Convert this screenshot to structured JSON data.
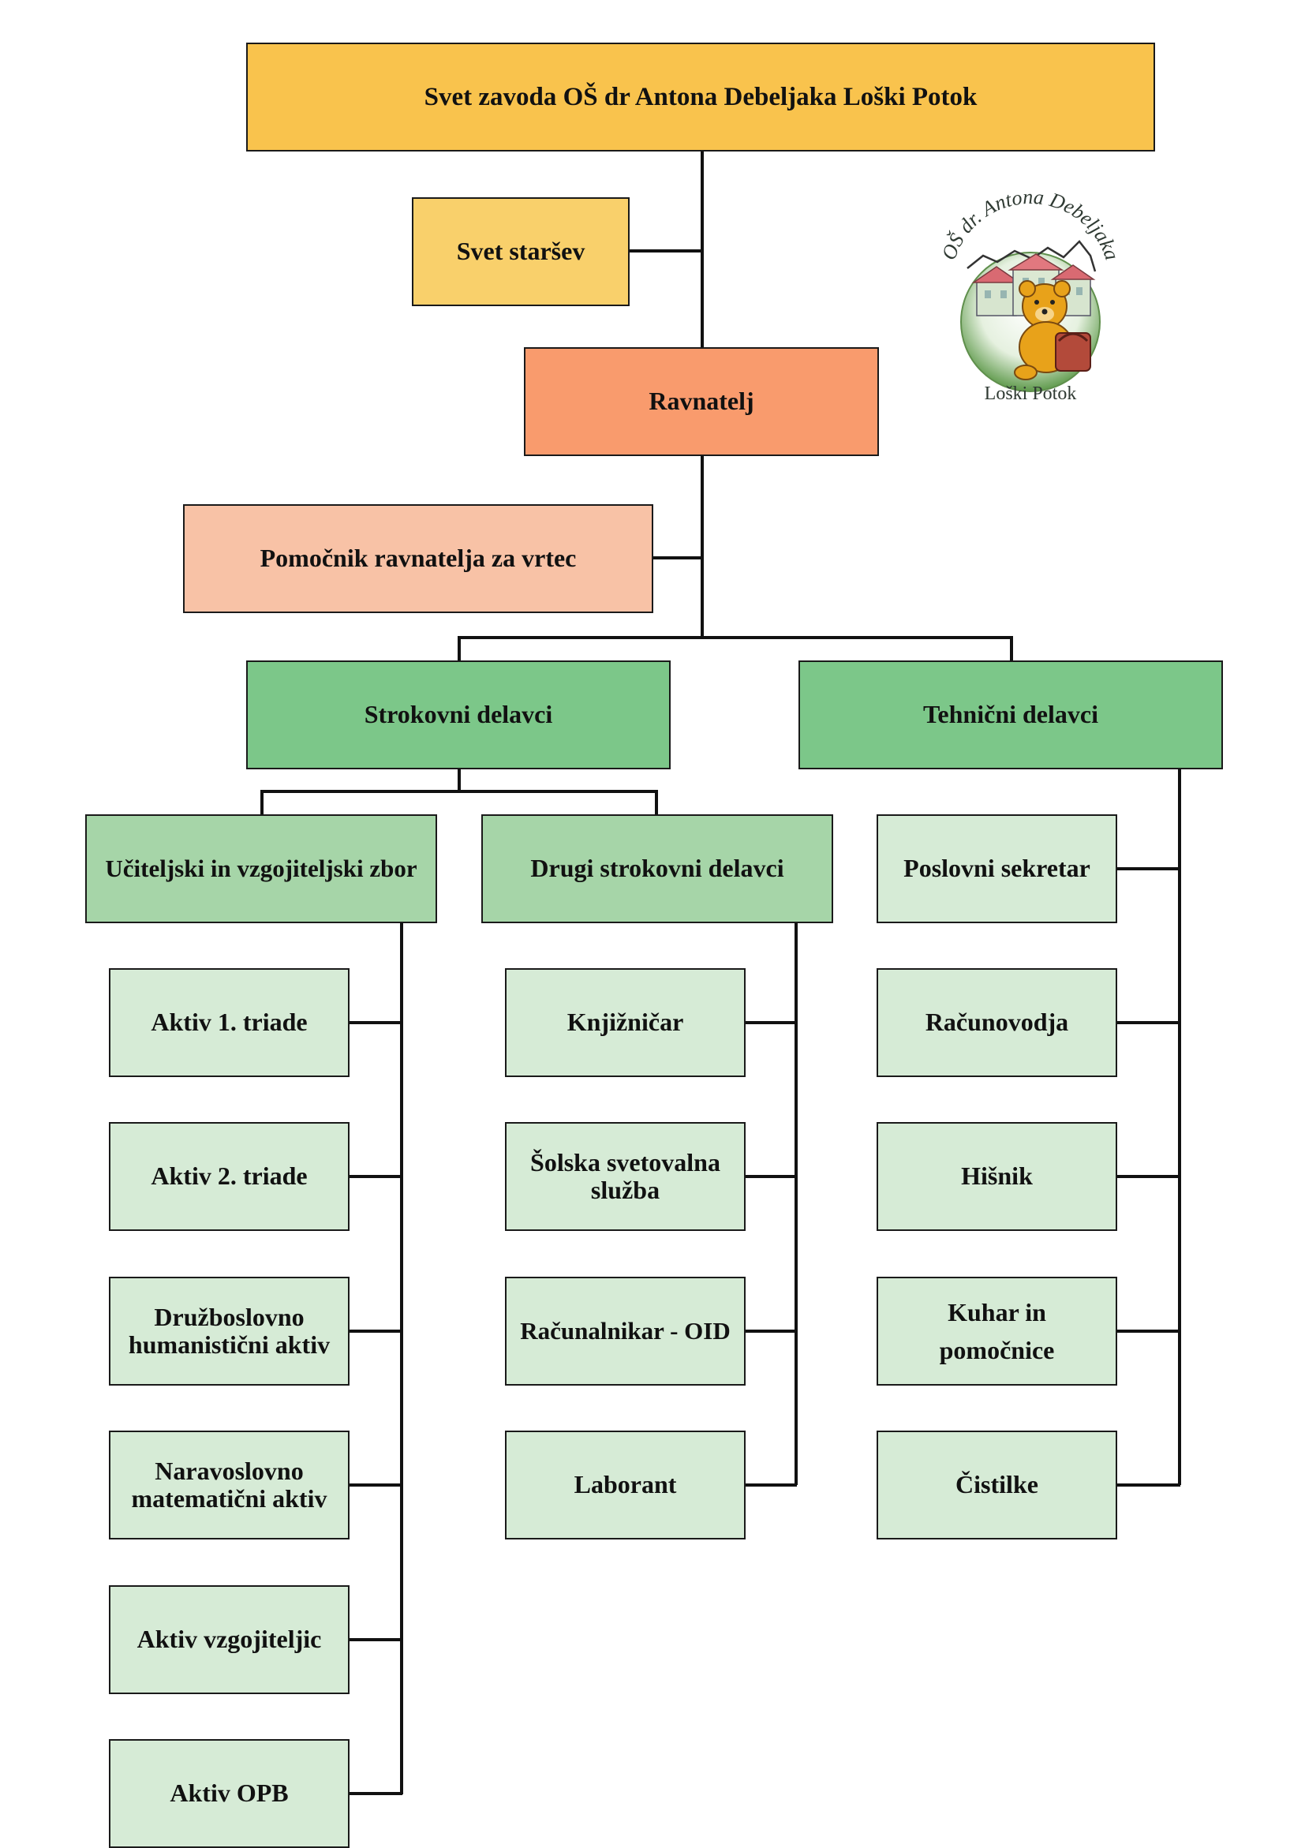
{
  "colors": {
    "top": "#f9c34d",
    "parents": "#f9d06b",
    "director": "#f99b6d",
    "assistant": "#f8c2a6",
    "dept": "#7cc789",
    "subdept": "#a6d5a8",
    "leaf": "#d6ebd6"
  },
  "council": "Svet zavoda OŠ dr Antona Debeljaka Loški Potok",
  "parents_council": "Svet staršev",
  "director": "Ravnatelj",
  "assistant": "Pomočnik ravnatelja za vrtec",
  "professional": {
    "label": "Strokovni delavci",
    "teachers": {
      "label": "Učiteljski in vzgojiteljski zbor",
      "items": [
        [
          "Aktiv 1. triade"
        ],
        [
          "Aktiv 2. triade"
        ],
        [
          "Družboslovno",
          "humanistični aktiv"
        ],
        [
          "Naravoslovno",
          "matematični aktiv"
        ],
        [
          "Aktiv vzgojiteljic"
        ],
        [
          "Aktiv OPB"
        ]
      ]
    },
    "other": {
      "label": "Drugi strokovni delavci",
      "items": [
        [
          "Knjižničar"
        ],
        [
          "Šolska svetovalna",
          "služba"
        ],
        [
          "Računalnikar - OID"
        ],
        [
          "Laborant"
        ]
      ]
    }
  },
  "technical": {
    "label": "Tehnični delavci",
    "items": [
      [
        "Poslovni sekretar"
      ],
      [
        "Računovodja"
      ],
      [
        "Hišnik"
      ],
      [
        "Kuhar in",
        "pomočnice"
      ],
      [
        "Čistilke"
      ]
    ]
  },
  "logo": {
    "arc_text": "OŠ dr. Antona Debeljaka",
    "bottom_text": "Loški Potok"
  }
}
